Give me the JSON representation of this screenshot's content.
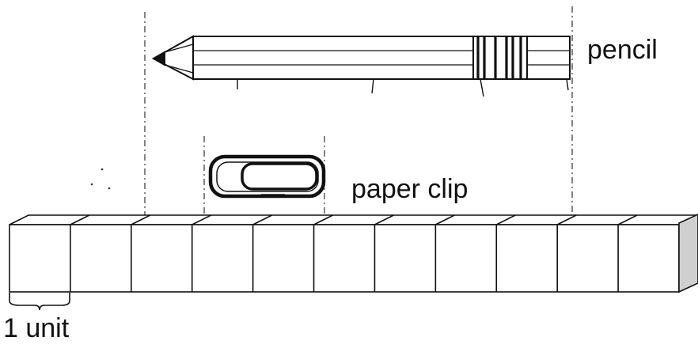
{
  "labels": {
    "pencil": "pencil",
    "paper_clip": "paper clip",
    "unit": "1 unit"
  },
  "cube_count": 11,
  "colors": {
    "ink": "#111111",
    "background": "#ffffff"
  }
}
